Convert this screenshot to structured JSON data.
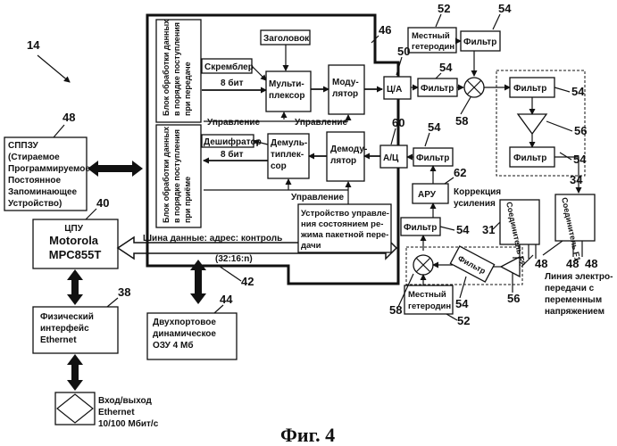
{
  "refs": {
    "r14": "14",
    "r48_top": "48",
    "r40": "40",
    "r38": "38",
    "r44": "44",
    "r42": "42",
    "r46": "46",
    "r52_top": "52",
    "r54_top": "54",
    "r50": "50",
    "r58_top": "58",
    "r54_filter_dac": "54",
    "r60": "60",
    "r54_filter_adc": "54",
    "r62": "62",
    "r54_right1": "54",
    "r56_right": "56",
    "r54_right2": "54",
    "r34": "34",
    "r31": "31",
    "r54_bottom_filter": "54",
    "r58_bottom": "58",
    "r54_bottom2": "54",
    "r56_bottom": "56",
    "r52_bottom": "52",
    "r48_a": "48",
    "r48_b": "48",
    "r48_c": "48"
  },
  "blocks": {
    "spp_lines": [
      "СППЗУ",
      "(Стираемое",
      "Программируемое",
      "Постоянное",
      "Запоминающее",
      "Устройство)"
    ],
    "cpu_lines": [
      "ЦПУ",
      "Motorola",
      "MPC855T"
    ],
    "phy_lines": [
      "Физический",
      "интерфейс",
      "Ethernet"
    ],
    "ram_lines": [
      "Двухпортовое",
      "динамическое",
      "ОЗУ 4 Мб"
    ],
    "io_lines": [
      "Вход/выход",
      "Ethernet",
      "10/100 Мбит/с"
    ],
    "bus_lines": [
      "Шина данные: адрес: контроль",
      "(32:16:n)"
    ],
    "tx_block_lines": [
      "Блок обработки данных",
      "в порядке поступления",
      "при передаче"
    ],
    "rx_block_lines": [
      "Блок обработки данных",
      "в порядке поступления",
      "при приёме"
    ],
    "header": "Заголовок",
    "scrambler": "Скремблер",
    "descrambler": "Дешифратор",
    "mux_lines": [
      "Мульти-",
      "плексор"
    ],
    "modulator_lines": [
      "Моду-",
      "лятор"
    ],
    "demux_lines": [
      "Демуль-",
      "типлек-",
      "сор"
    ],
    "demodulator_lines": [
      "Демоду-",
      "лятор"
    ],
    "bits_tx": "8 бит",
    "bits_rx": "8 бит",
    "control_1": "Управление",
    "control_2": "Управление",
    "control_3": "Управление",
    "packet_ctrl_lines": [
      "Устройство управле-",
      "ния состоянием ре-",
      "жима пакетной пере-",
      "дачи"
    ],
    "dac": "Ц/А",
    "adc": "А/Ц",
    "agc": "АРУ",
    "gain_corr_lines": [
      "Коррекция",
      "усиления"
    ],
    "local_osc_top_lines": [
      "Местный",
      "гетеродин"
    ],
    "local_osc_bottom_lines": [
      "Местный",
      "гетеродин"
    ],
    "filter_top": "Фильтр",
    "filter_dac": "Фильтр",
    "filter_adc": "Фильтр",
    "filter_right1": "Фильтр",
    "filter_right2": "Фильтр",
    "filter_bottom": "Фильтр",
    "filter_bottom_slant": "Фильтр",
    "connector_f2": "Соединитель F2",
    "connector_f1": "Соединитель F1",
    "power_line_lines": [
      "Линия электро-",
      "передачи с",
      "переменным",
      "напряжением"
    ]
  },
  "caption": "Фиг. 4"
}
